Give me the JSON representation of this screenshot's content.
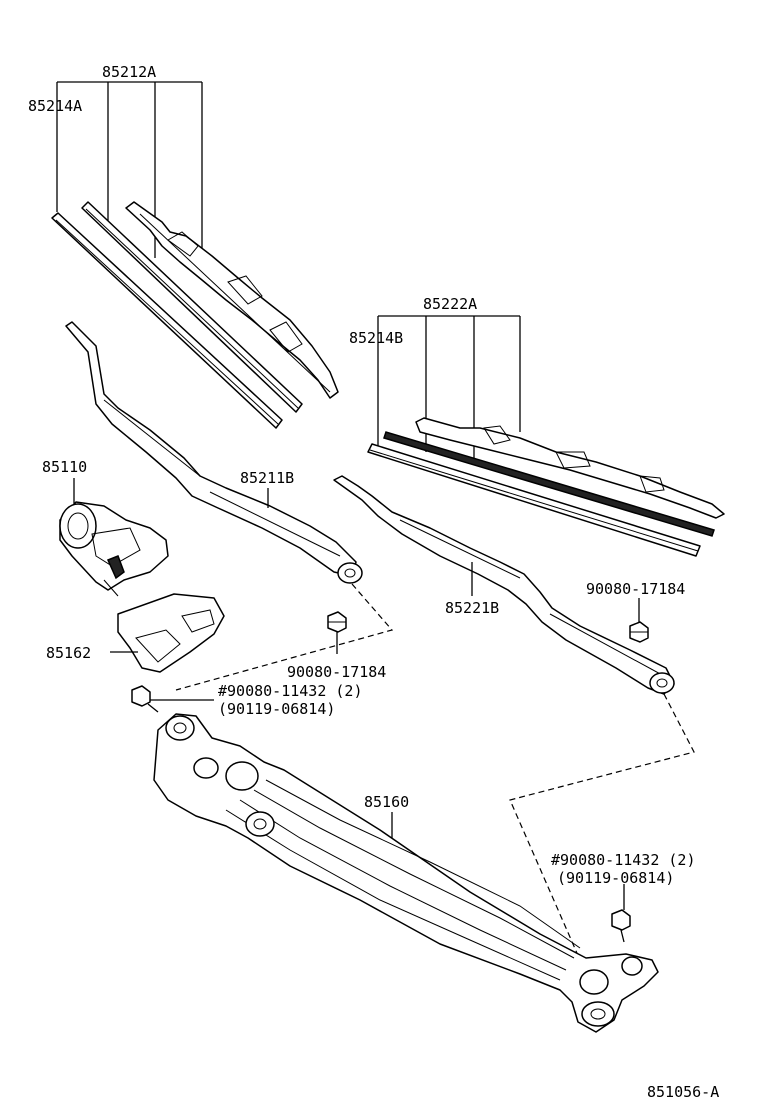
{
  "diagram": {
    "labels": {
      "p85212A": "85212A",
      "p85214A": "85214A",
      "p85222A": "85222A",
      "p85214B": "85214B",
      "p85110": "85110",
      "p85211B": "85211B",
      "p85221B": "85221B",
      "p85162": "85162",
      "p90080_17184_left": "90080-17184",
      "p90080_17184_right": "90080-17184",
      "bolt_left_line1": "#90080-11432 (2)",
      "bolt_left_line2": "(90119-06814)",
      "p85160": "85160",
      "bolt_right_line1": "#90080-11432 (2)",
      "bolt_right_line2": "(90119-06814)",
      "figure_code": "851056-A"
    }
  }
}
